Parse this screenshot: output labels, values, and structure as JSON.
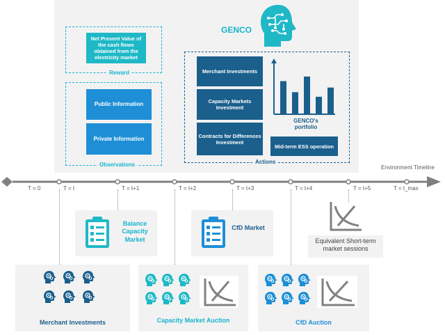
{
  "genco": {
    "title": "GENCO",
    "reward_text": "Net Present Value of the cash flows obtained from the electricity market",
    "reward_label": "Reward",
    "observations": [
      "Public Information",
      "Private Information"
    ],
    "observations_label": "Observations",
    "actions": [
      "Merchant Investments",
      "Capacity Markets Investment",
      "Contracts for Differences Investment"
    ],
    "portfolio_label": "GENCO's portfolio",
    "ess_label": "Mid-term ESS operation",
    "actions_label": "Actions",
    "portfolio_bars": [
      0.72,
      0.48,
      0.82,
      0.38,
      0.58
    ]
  },
  "timeline": {
    "label": "Environment Timeline",
    "ticks": [
      "T = 0",
      "T = t",
      "T = t+1",
      "T = t+2",
      "T = t+3",
      "T = t+4",
      "T = t+5",
      "T = t_max"
    ]
  },
  "events": {
    "balance_capacity": "Balance Capacity Market",
    "cfd_market": "CfD Market",
    "short_term": "Equivalent Short-term market sessions"
  },
  "bottom": {
    "merchant": "Merchant Investments",
    "capacity_auction": "Capacity Market Auction",
    "cfd_auction": "CfD Auction"
  },
  "colors": {
    "teal": "#1fb8c7",
    "blue": "#1e8fd6",
    "navy": "#1b5f8c",
    "gray": "#808080"
  },
  "icons": [
    "brain-circuit-icon",
    "clipboard-checklist-icon",
    "supply-demand-curve-icon",
    "head-gears-icon",
    "bar-chart-icon"
  ]
}
